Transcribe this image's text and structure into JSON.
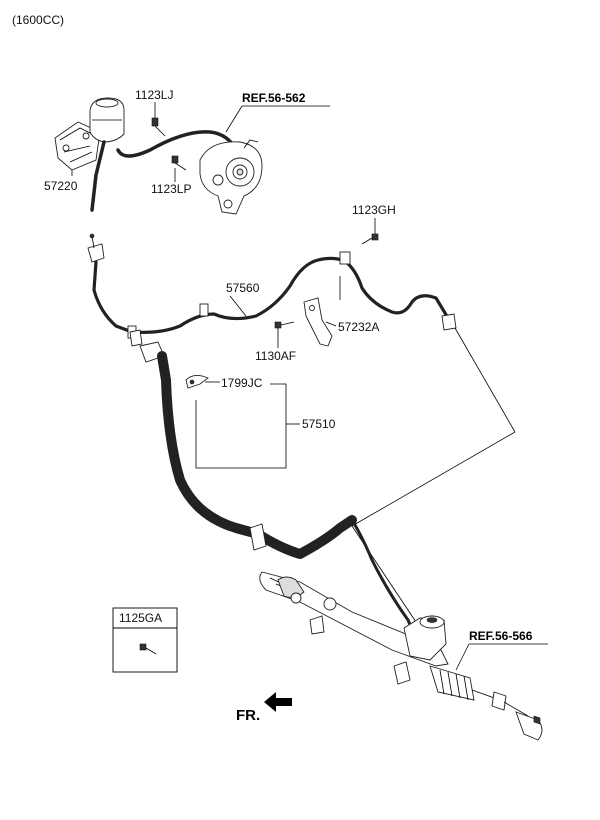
{
  "engine_label": "(1600CC)",
  "labels": {
    "p1123LJ": "1123LJ",
    "ref562": "REF.56-562",
    "p57220": "57220",
    "p1123LP": "1123LP",
    "p1123GH": "1123GH",
    "p57560": "57560",
    "p57232A": "57232A",
    "p1130AF": "1130AF",
    "p1799JC": "1799JC",
    "p57510": "57510",
    "p1125GA": "1125GA",
    "ref566": "REF.56-566",
    "fr": "FR."
  }
}
